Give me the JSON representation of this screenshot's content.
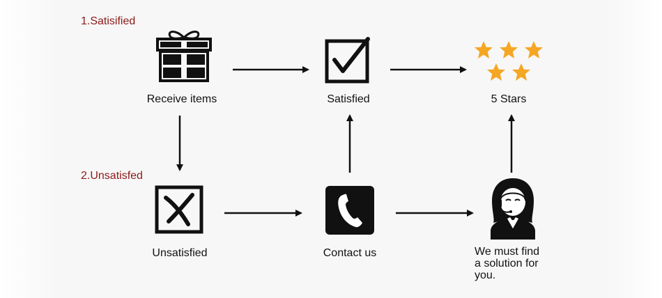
{
  "sections": {
    "satisfied_heading": "1.Satisified",
    "unsatisfied_heading": "2.Unsatisfed"
  },
  "nodes": {
    "receive_items": {
      "label": "Receive items",
      "icon": "gift-icon"
    },
    "satisfied": {
      "label": "Satisfied",
      "icon": "checkbox-check-icon"
    },
    "five_stars": {
      "label": "5 Stars",
      "icon": "five-stars-icon"
    },
    "unsatisfied": {
      "label": "Unsatisfied",
      "icon": "checkbox-x-icon"
    },
    "contact_us": {
      "label": "Contact us",
      "icon": "phone-icon"
    },
    "solution": {
      "label_lines": [
        "We must find",
        "a solution for",
        "you."
      ],
      "icon": "support-agent-icon"
    }
  },
  "colors": {
    "heading": "#8b1a1a",
    "star": "#f5a623",
    "ink": "#111111"
  }
}
